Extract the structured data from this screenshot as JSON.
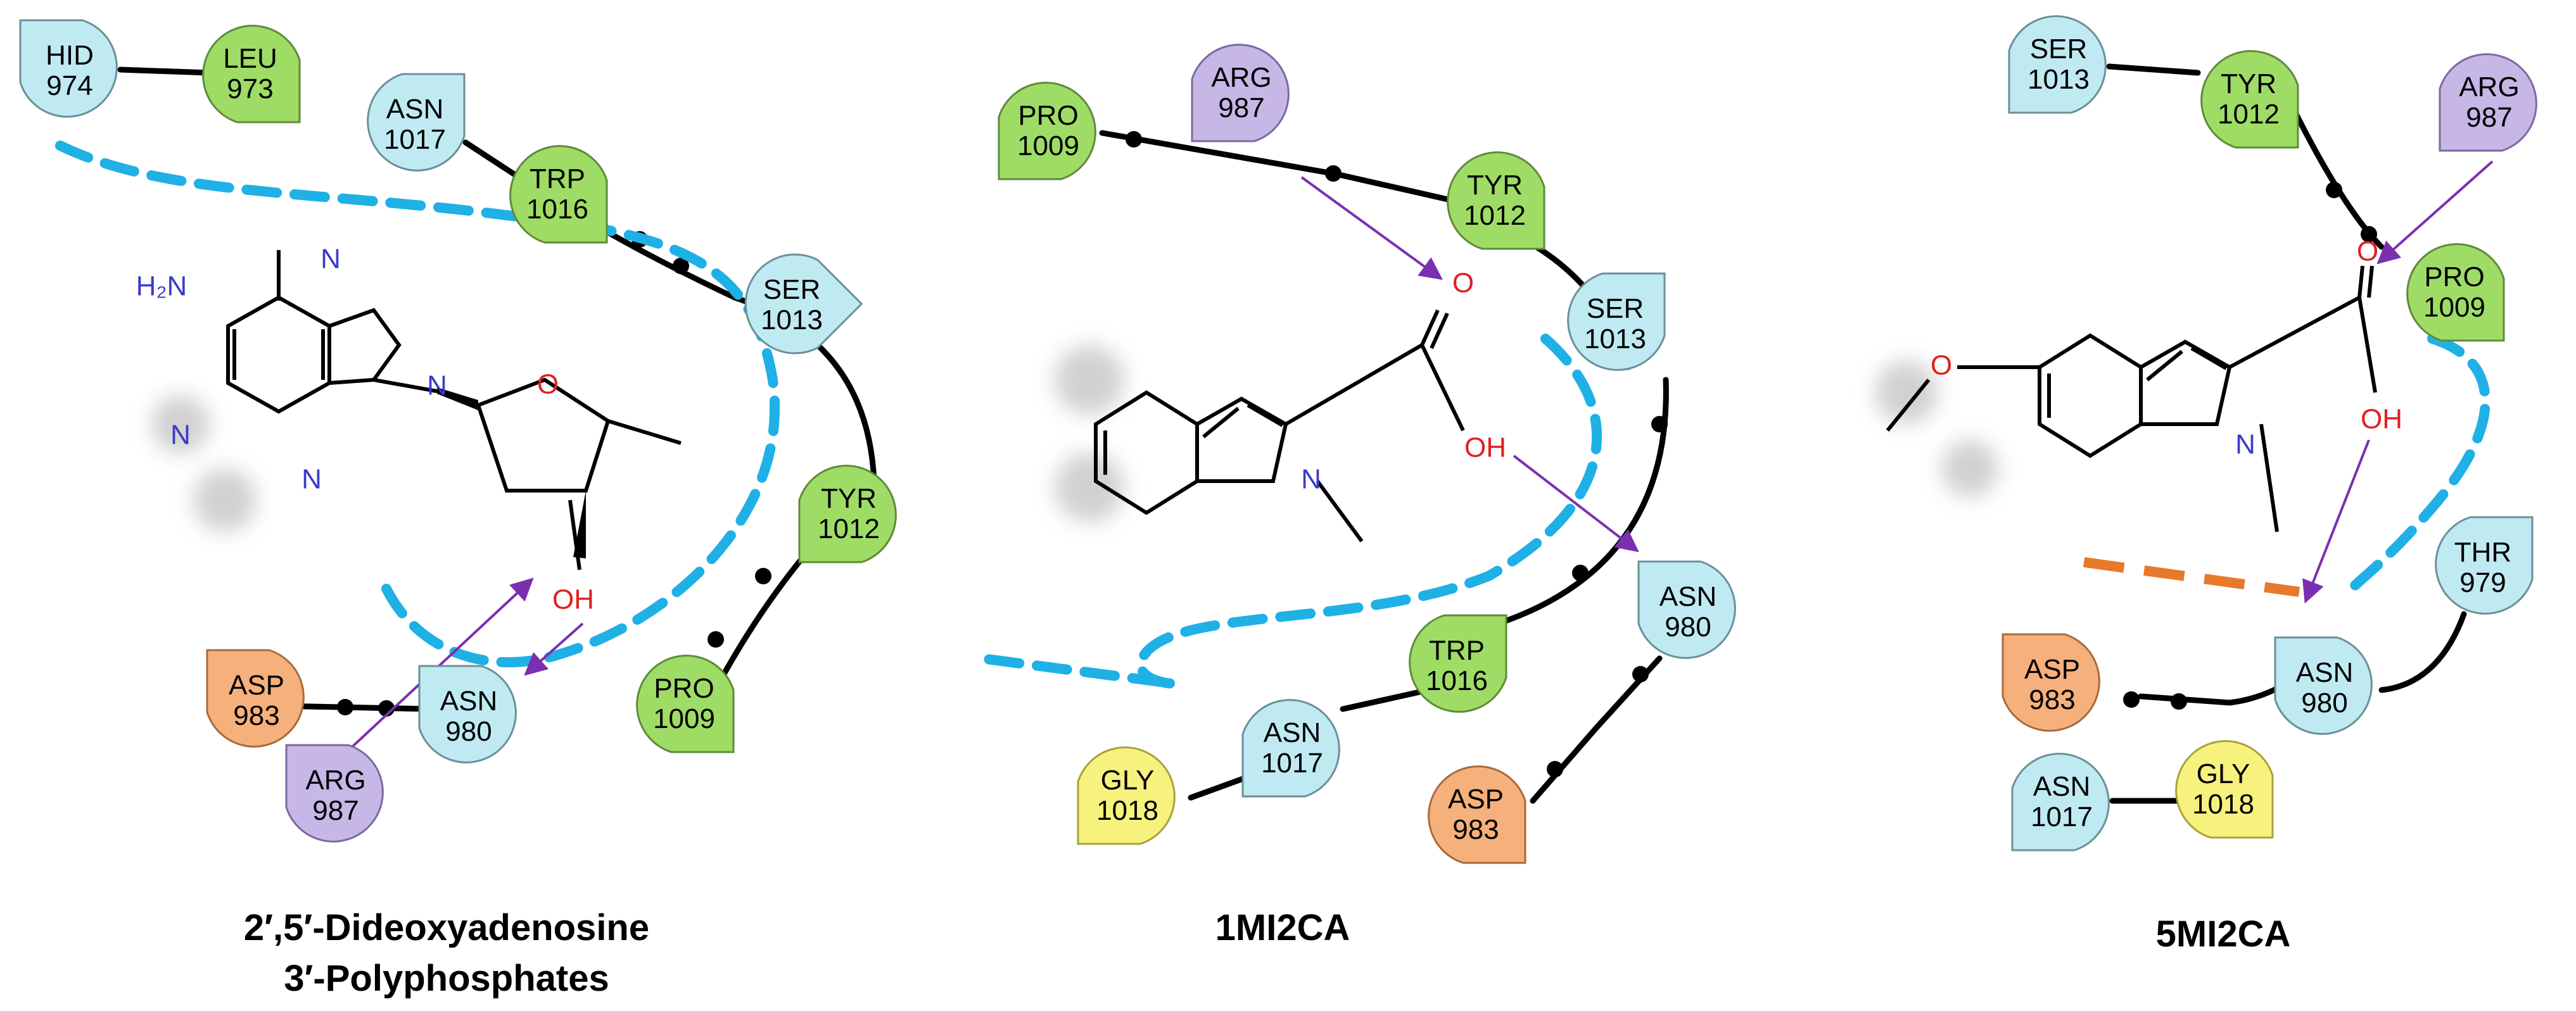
{
  "colors": {
    "polar": "#bfeaf2",
    "hydrophobic": "#9fdc66",
    "positive": "#c6b7e6",
    "negative": "#f5b07c",
    "glycine": "#f7f17e",
    "pocket_line": "#1fb0e6",
    "hbond_arrow": "#7a2fb0",
    "pi_line": "#e8782a"
  },
  "panels": [
    {
      "caption_line1": "2′,5′-Dideoxyadenosine",
      "caption_line2": "3′-Polyphosphates",
      "residues": [
        {
          "code": "HID",
          "num": "974",
          "type": "polar"
        },
        {
          "code": "LEU",
          "num": "973",
          "type": "hydrophobic"
        },
        {
          "code": "ASN",
          "num": "1017",
          "type": "polar"
        },
        {
          "code": "TRP",
          "num": "1016",
          "type": "hydrophobic"
        },
        {
          "code": "SER",
          "num": "1013",
          "type": "polar"
        },
        {
          "code": "TYR",
          "num": "1012",
          "type": "hydrophobic"
        },
        {
          "code": "PRO",
          "num": "1009",
          "type": "hydrophobic"
        },
        {
          "code": "ASP",
          "num": "983",
          "type": "negative"
        },
        {
          "code": "ASN",
          "num": "980",
          "type": "polar"
        },
        {
          "code": "ARG",
          "num": "987",
          "type": "positive"
        }
      ],
      "atoms": {
        "nh2": "H₂N",
        "n1": "N",
        "n2": "N",
        "n3": "N",
        "n4": "N",
        "o_ring": "O",
        "oh": "OH"
      }
    },
    {
      "caption_line1": "1MI2CA",
      "residues": [
        {
          "code": "ARG",
          "num": "987",
          "type": "positive"
        },
        {
          "code": "PRO",
          "num": "1009",
          "type": "hydrophobic"
        },
        {
          "code": "TYR",
          "num": "1012",
          "type": "hydrophobic"
        },
        {
          "code": "SER",
          "num": "1013",
          "type": "polar"
        },
        {
          "code": "ASN",
          "num": "980",
          "type": "polar"
        },
        {
          "code": "TRP",
          "num": "1016",
          "type": "hydrophobic"
        },
        {
          "code": "ASN",
          "num": "1017",
          "type": "polar"
        },
        {
          "code": "GLY",
          "num": "1018",
          "type": "glycine"
        },
        {
          "code": "ASP",
          "num": "983",
          "type": "negative"
        }
      ],
      "atoms": {
        "o": "O",
        "oh": "OH",
        "n": "N"
      }
    },
    {
      "caption_line1": "5MI2CA",
      "residues": [
        {
          "code": "SER",
          "num": "1013",
          "type": "polar"
        },
        {
          "code": "TYR",
          "num": "1012",
          "type": "hydrophobic"
        },
        {
          "code": "ARG",
          "num": "987",
          "type": "positive"
        },
        {
          "code": "PRO",
          "num": "1009",
          "type": "hydrophobic"
        },
        {
          "code": "THR",
          "num": "979",
          "type": "polar"
        },
        {
          "code": "ASP",
          "num": "983",
          "type": "negative"
        },
        {
          "code": "ASN",
          "num": "980",
          "type": "polar"
        },
        {
          "code": "ASN",
          "num": "1017",
          "type": "polar"
        },
        {
          "code": "GLY",
          "num": "1018",
          "type": "glycine"
        }
      ],
      "atoms": {
        "o_methoxy": "O",
        "o": "O",
        "oh": "OH",
        "n": "N"
      }
    }
  ]
}
